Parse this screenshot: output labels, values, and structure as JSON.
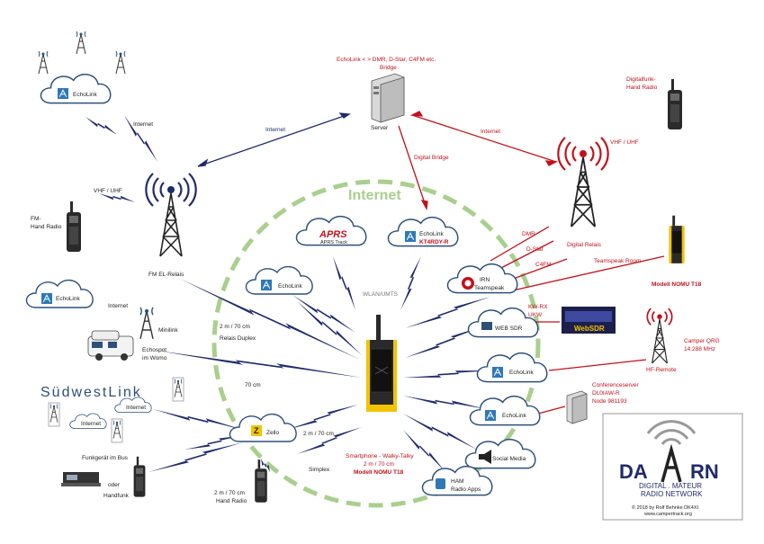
{
  "colors": {
    "navy": "#1f2a6b",
    "red": "#c0121c",
    "green": "#a9cf8e",
    "cloud": "#2d4f7a",
    "phone": "#f2c300"
  },
  "title_internet": "Internet",
  "server": {
    "caption": "EchoLink < > DMR, D-Star, C4FM etc.",
    "caption2": "Bridge",
    "label": "Server"
  },
  "digital_bridge": "Digital Bridge",
  "internet_label": "Internet",
  "fm_relay": {
    "label": "FM EL-Relais",
    "band": "VHF / UHF"
  },
  "fm_radio": {
    "label1": "FM-",
    "label2": "Hand Radio"
  },
  "digital_relay": {
    "label": "Digital Relais",
    "band": "VHF / UHF"
  },
  "digital_radio": {
    "label1": "Digitalfunk-",
    "label2": "Hand Radio"
  },
  "echolink_top": "EchoLink",
  "echolink_left": "EchoLink",
  "echolink_center": "EchoLink",
  "echolink_right1": "EchoLink",
  "echolink_right2": "EchoLink",
  "echolink_kt": {
    "l1": "EchoLink",
    "l2": "KT4RDY-R"
  },
  "aprs": {
    "logo": "APRS",
    "label": "APRS Track"
  },
  "irn": {
    "l1": "IRN",
    "l2": "Teamspeak"
  },
  "dmr": "DMR",
  "dstar": "D-Star",
  "c4fm": "C4FM",
  "teamspeak_room": "Teamspeak Room",
  "nomu_right": "Modell NOMU T18",
  "websdr": {
    "label": "WEB SDR",
    "band1": "KW-RX",
    "band2": "UKW",
    "logo": "WebSDR"
  },
  "camper": {
    "l1": "Camper QRG",
    "l2": "14.288 MHz",
    "label": "HF-Remote"
  },
  "conference": {
    "l1": "Conferenceserver",
    "l2": "DL0IAW-R",
    "l3": "Node 981193"
  },
  "social": "Social Media",
  "ham": {
    "l1": "HAM",
    "l2": "Radio Apps"
  },
  "wlan": "WLAN/UMTS",
  "relais_duplex": {
    "l1": "2 m / 70 cm",
    "l2": "Relais Duplex"
  },
  "cm70": "70 cm",
  "minilink": "Minilink",
  "echospot": {
    "l1": "Echospot",
    "l2": "im Womo"
  },
  "internet_small": "Internet",
  "suedwest": "SüdwestLink",
  "internet_a": "Internet",
  "internet_b": "Internet",
  "zello": "Zello",
  "zello_band": "2 m / 70 cm",
  "simplex": "Simplex",
  "funk_bus": "Funkgerät im Bus",
  "oder": "oder",
  "handfunk": "Handfunk",
  "hand_radio": {
    "l1": "2 m / 70 cm",
    "l2": "Hand Radio"
  },
  "smartphone": {
    "l1": "Smartphone - Walky-Talky",
    "l2": "2 m / 70 cm",
    "l3": "Modell NOMU T18"
  },
  "daarn": {
    "left": "DA",
    "right": "RN",
    "sub1": "DIGITAL . MATEUR",
    "sub2": "RADIO NETWORK",
    "copy1": "© 2018 by Rolf Behnke DK4XI",
    "copy2": "www.campertrack.org"
  }
}
